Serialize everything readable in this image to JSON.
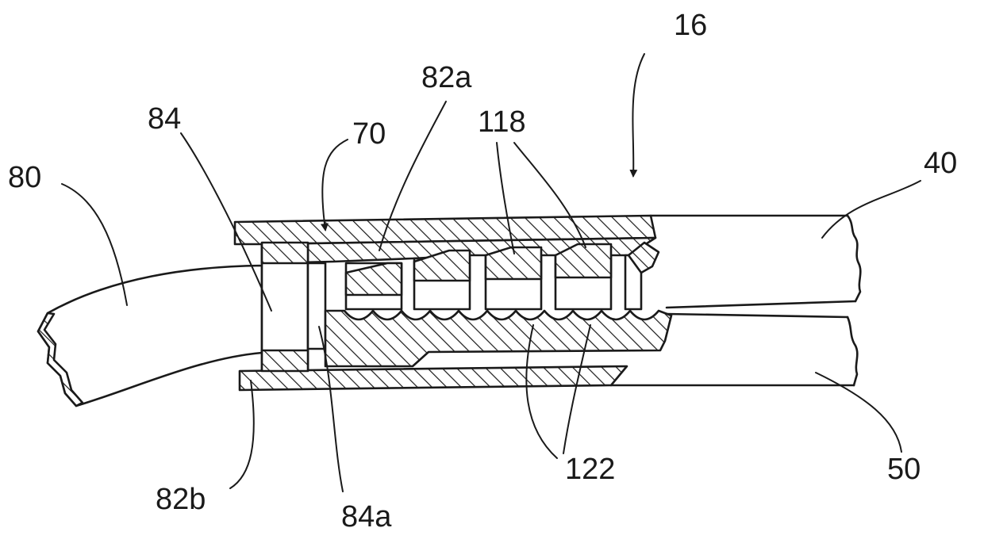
{
  "figure": {
    "labels": {
      "assembly": "16",
      "part_70": "70",
      "part_80": "80",
      "part_82a": "82a",
      "part_82b": "82b",
      "part_84": "84",
      "part_84a": "84a",
      "part_118": "118",
      "part_122": "122",
      "part_40": "40",
      "part_50": "50"
    }
  }
}
